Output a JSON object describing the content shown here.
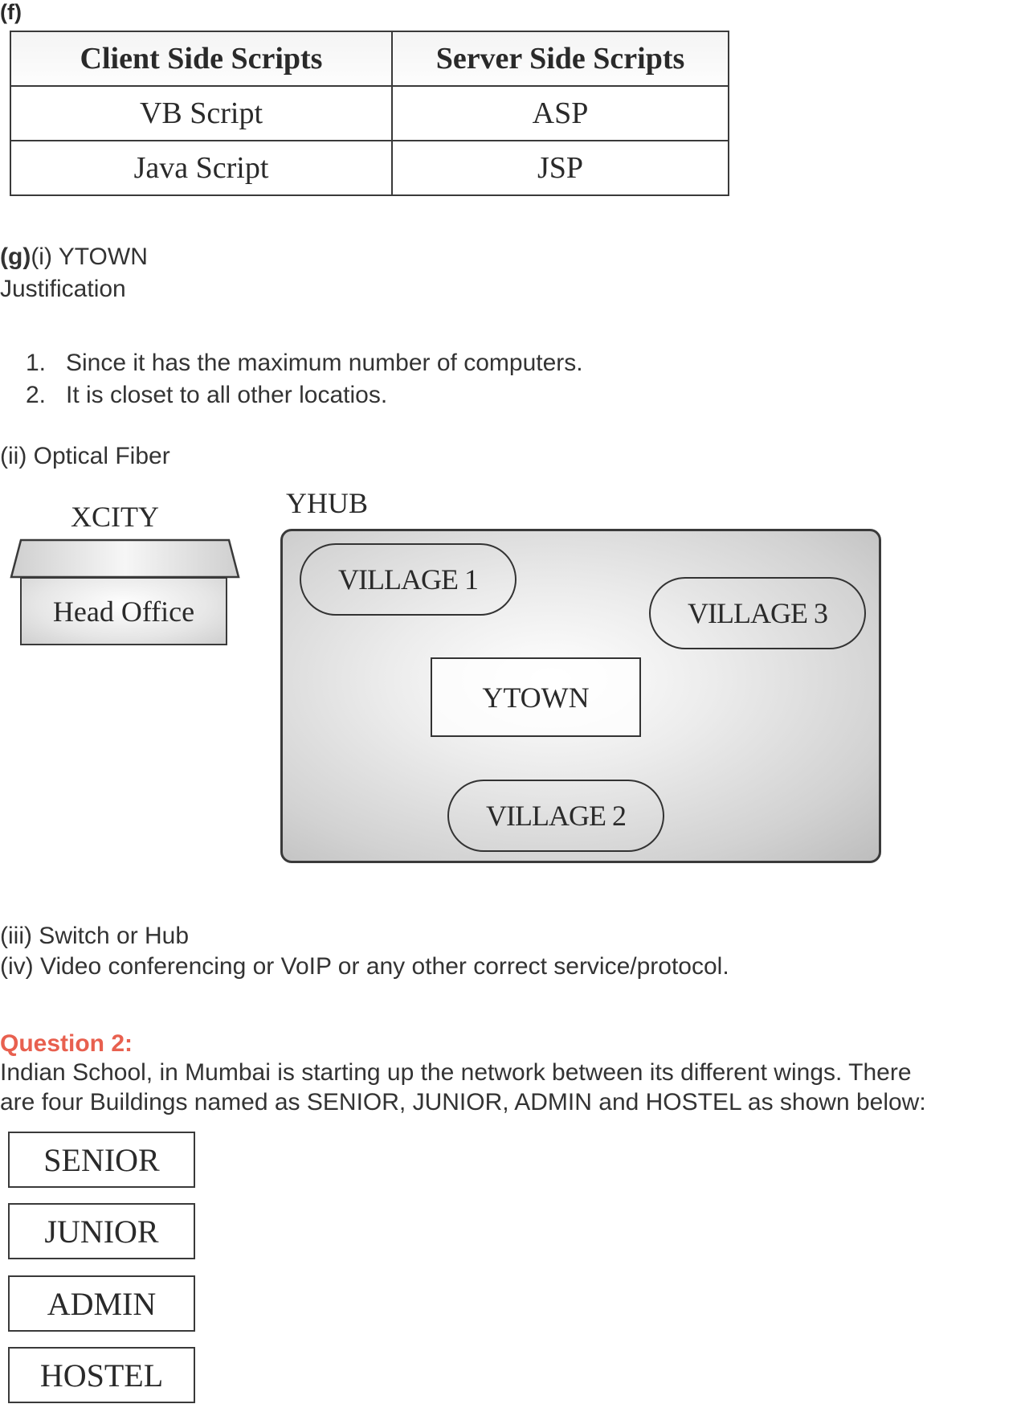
{
  "part_f": {
    "label": "(f)",
    "table": {
      "headers": [
        "Client Side Scripts",
        "Server Side Scripts"
      ],
      "rows": [
        [
          "VB Script",
          "ASP"
        ],
        [
          "Java Script",
          "JSP"
        ]
      ]
    }
  },
  "part_g": {
    "label_bold": "(g)",
    "label_rest": "(i) YTOWN",
    "justification_heading": "Justification",
    "justifications": [
      {
        "num": "1.",
        "text": "Since it has the maximum number of computers."
      },
      {
        "num": "2.",
        "text": "It is closet to all other locatios."
      }
    ],
    "ii": "(ii) Optical Fiber",
    "diagram": {
      "xcity_label": "XCITY",
      "head_office": "Head Office",
      "yhub_label": "YHUB",
      "village1": "VILLAGE 1",
      "village2": "VILLAGE 2",
      "village3": "VILLAGE 3",
      "ytown": "YTOWN"
    },
    "iii": "(iii) Switch or Hub",
    "iv": "(iv) Video conferencing or VoIP or any other correct service/protocol."
  },
  "question2": {
    "heading": "Question 2:",
    "heading_color": "#e8604f",
    "paragraph_line1": "Indian School, in Mumbai is starting up the network between its different wings. There",
    "paragraph_line2": "are four Buildings named as SENIOR, JUNIOR, ADMIN and HOSTEL as shown below:",
    "buildings": [
      "SENIOR",
      "JUNIOR",
      "ADMIN",
      "HOSTEL"
    ]
  }
}
